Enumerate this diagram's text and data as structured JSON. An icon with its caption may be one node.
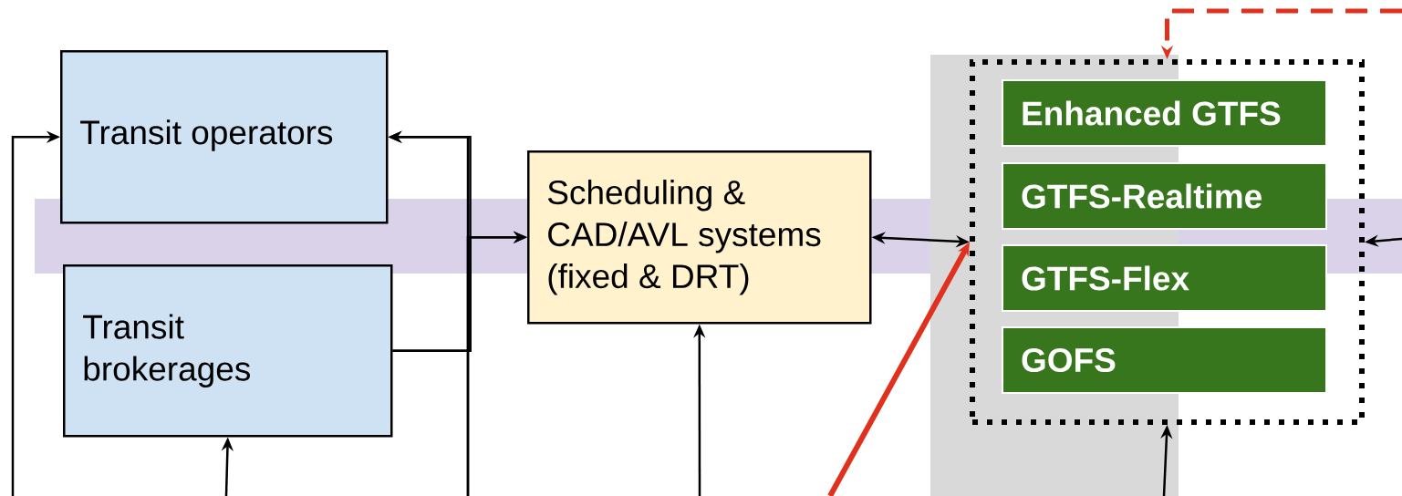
{
  "diagram": {
    "nodes": [
      {
        "text": [
          "Transit operators"
        ]
      },
      {
        "text": [
          "Transit brokerages"
        ]
      },
      {
        "text": [
          "Scheduling & CAD/AVL systems (fixed & DRT)"
        ]
      },
      {
        "text": [],
        "shape": "box"
      },
      {
        "text": [
          "Enhanced GTFS"
        ],
        "in": 3
      },
      {
        "text": [
          "GTFS-Realtime"
        ],
        "in": 3
      },
      {
        "text": [
          "GTFS-Flex"
        ],
        "in": 3
      },
      {
        "text": [
          "GOFS"
        ],
        "in": 3
      }
    ],
    "edges": [
      {
        "from": null,
        "to": 0,
        "arrow": "to"
      },
      {
        "from": null,
        "to": 0,
        "arrow": "to"
      },
      {
        "from": null,
        "to": 2,
        "arrow": "to"
      },
      {
        "from": 1,
        "to": 0,
        "arrow": "to"
      },
      {
        "from": 1,
        "to": 2,
        "arrow": "to"
      },
      {
        "from": null,
        "to": 1,
        "arrow": "to"
      },
      {
        "from": null,
        "to": 2,
        "arrow": "to"
      },
      {
        "from": 2,
        "to": 3,
        "arrow": "both"
      },
      {
        "from": null,
        "to": 3,
        "arrow": "to",
        "style": "thick",
        "color": "#e0301e"
      },
      {
        "from": null,
        "to": 3,
        "arrow": "to",
        "style": "dashed",
        "color": "#e0301e"
      },
      {
        "from": null,
        "to": 3,
        "arrow": "to"
      },
      {
        "from": null,
        "to": 3,
        "arrow": "to"
      }
    ]
  }
}
